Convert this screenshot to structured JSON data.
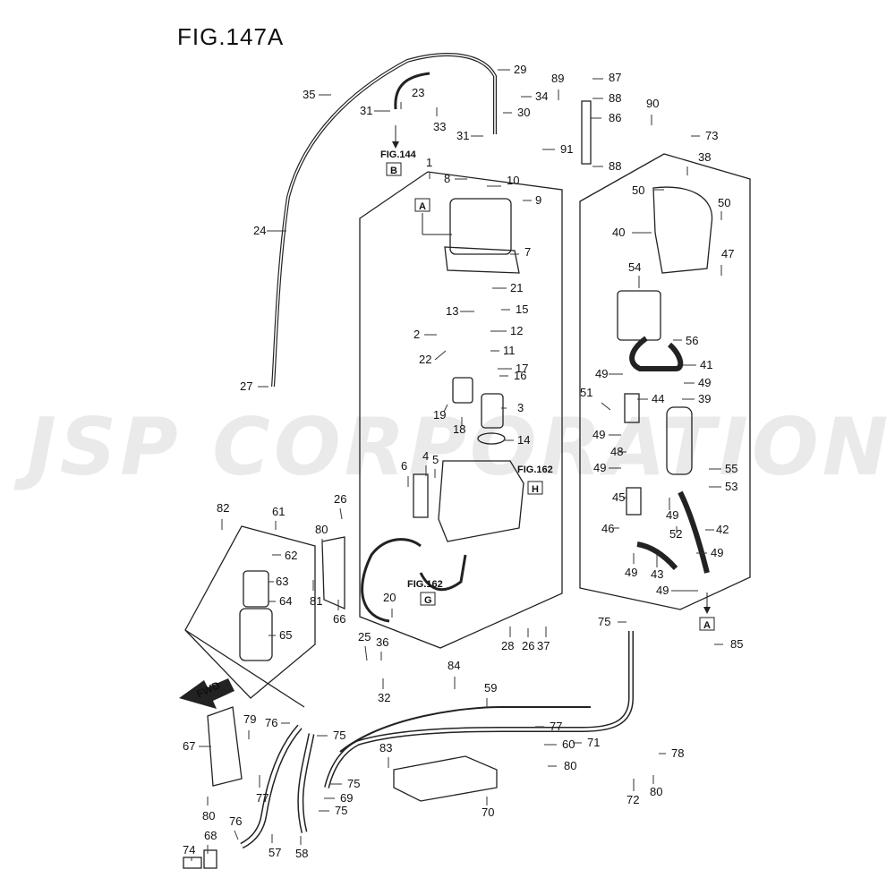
{
  "title": "FIG.147A",
  "watermark": "JSP CORPORATION",
  "fwd": "FWD",
  "refs": {
    "fig144": "FIG.144",
    "box_b": "B",
    "fig162_h": "FIG.162",
    "box_h": "H",
    "fig162_g": "FIG.162",
    "box_g": "G",
    "box_a_top": "A",
    "box_a_bottom": "A"
  },
  "labels": [
    "1",
    "2",
    "3",
    "4",
    "5",
    "6",
    "7",
    "8",
    "9",
    "10",
    "11",
    "12",
    "13",
    "14",
    "15",
    "16",
    "17",
    "18",
    "19",
    "20",
    "21",
    "22",
    "23",
    "24",
    "25",
    "26",
    "26",
    "27",
    "28",
    "29",
    "30",
    "31",
    "31",
    "32",
    "33",
    "34",
    "35",
    "36",
    "37",
    "38",
    "39",
    "40",
    "41",
    "42",
    "43",
    "44",
    "45",
    "46",
    "47",
    "48",
    "49",
    "49",
    "49",
    "49",
    "49",
    "49",
    "49",
    "49",
    "50",
    "50",
    "51",
    "52",
    "53",
    "54",
    "55",
    "56",
    "57",
    "58",
    "59",
    "60",
    "61",
    "62",
    "63",
    "64",
    "65",
    "66",
    "67",
    "68",
    "69",
    "70",
    "71",
    "72",
    "73",
    "74",
    "75",
    "75",
    "75",
    "75",
    "76",
    "76",
    "77",
    "77",
    "78",
    "79",
    "80",
    "80",
    "80",
    "80",
    "81",
    "82",
    "83",
    "84",
    "85",
    "86",
    "87",
    "88",
    "88",
    "89",
    "90",
    "91"
  ]
}
